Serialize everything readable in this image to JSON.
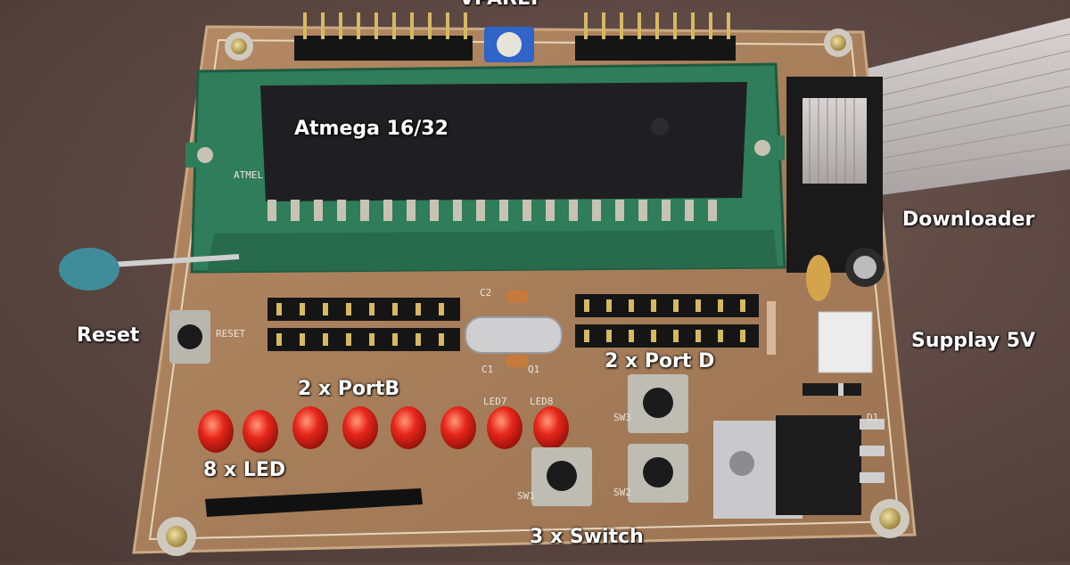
{
  "image": {
    "description_labels": {
      "top": "VPAREF",
      "chip": "Atmega 16/32",
      "downloader": "Downloader",
      "reset": "Reset",
      "supply": "Supplay 5V",
      "port_d": "2 x Port D",
      "port_b": "2 x PortB",
      "leds": "8 x LED",
      "switches": "3 x Switch"
    },
    "silkscreen": {
      "led7": "LED7",
      "led8": "LED8",
      "c1": "C1",
      "c2": "C2",
      "q1": "Q1",
      "sw1": "SW1",
      "sw2": "SW2",
      "sw3": "SW3",
      "d1": "D1",
      "reset": "RESET",
      "atmel": "ATMEL"
    },
    "colors": {
      "pcb": "#a97f5a",
      "socket": "#2f7d5a",
      "led": "#e8261a",
      "chip": "#1f1f22"
    }
  }
}
